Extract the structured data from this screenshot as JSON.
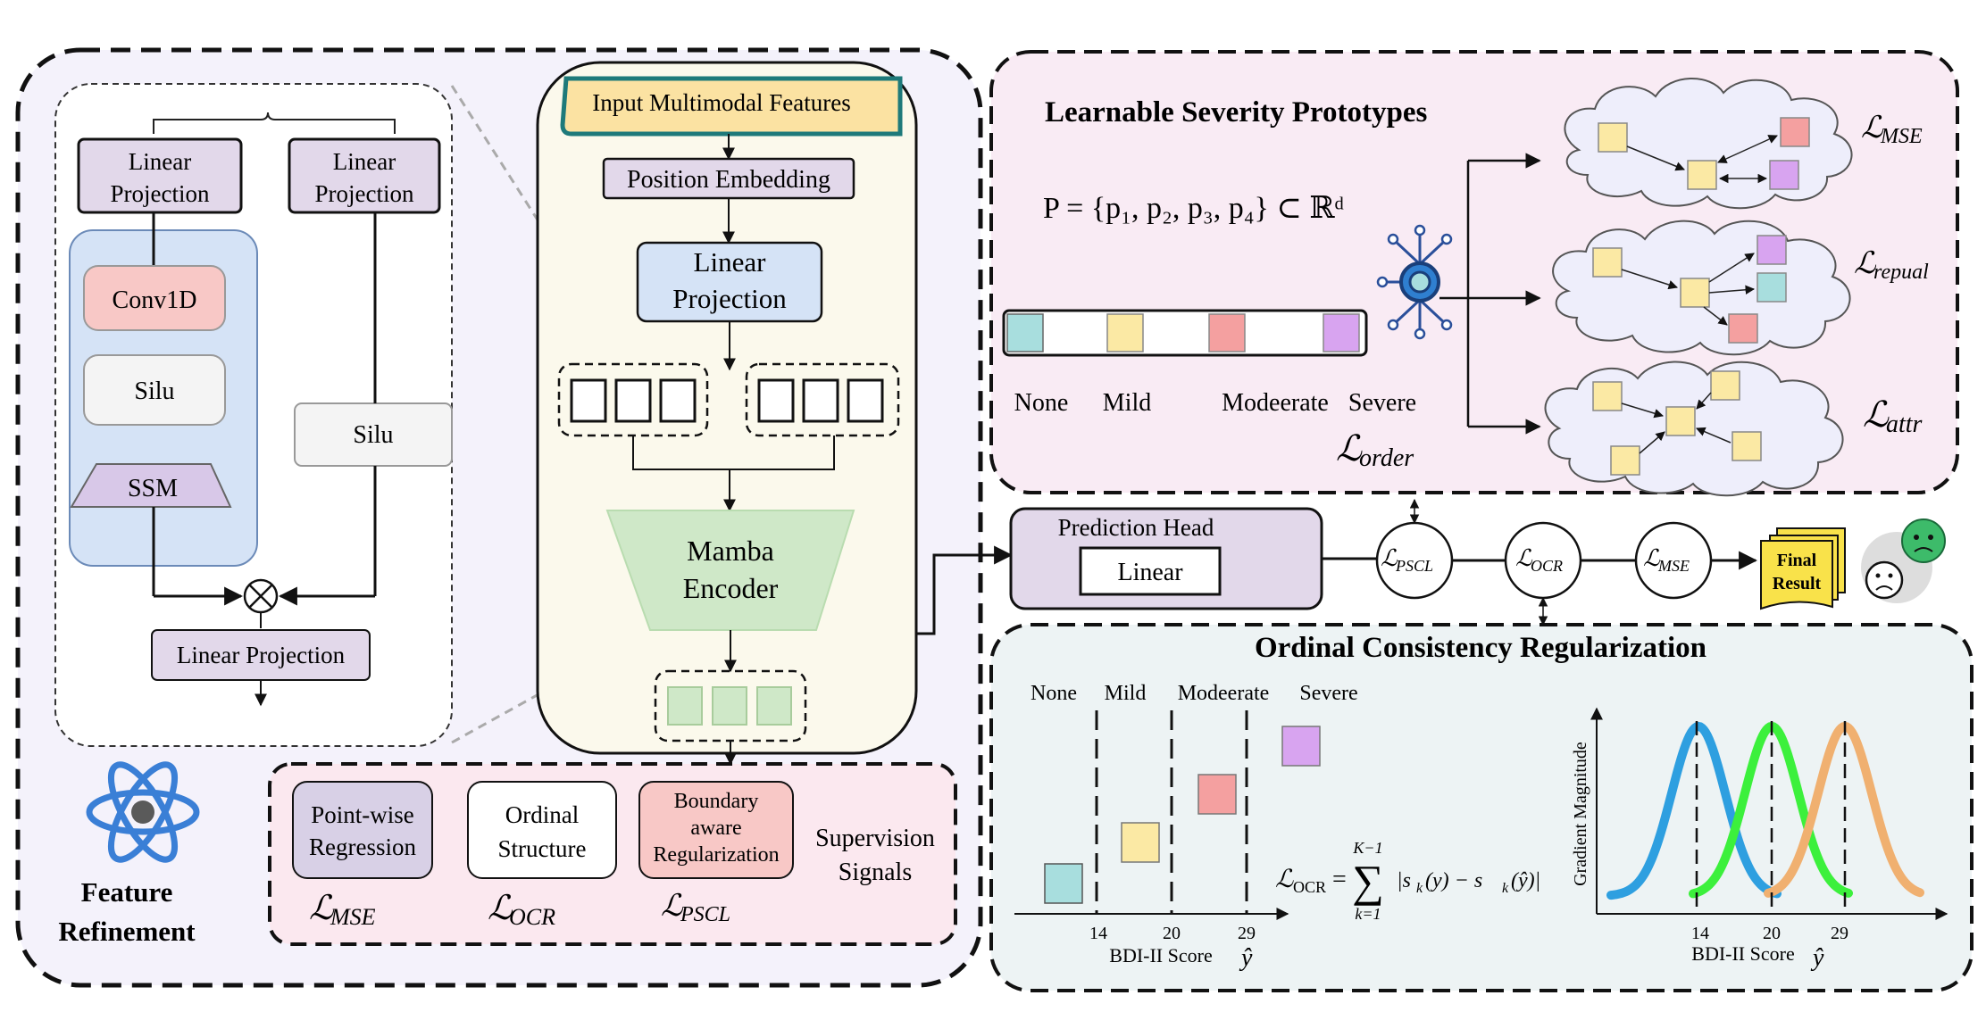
{
  "feature_refinement": {
    "title_line1": "Feature",
    "title_line2": "Refinement",
    "linproj_left_1": "Linear",
    "linproj_left_2": "Projection",
    "linproj_right_1": "Linear",
    "linproj_right_2": "Projection",
    "conv1d": "Conv1D",
    "silu_left": "Silu",
    "ssm": "SSM",
    "silu_right": "Silu",
    "multiply_symbol": "⊗",
    "linproj_bottom": "Linear Projection"
  },
  "mamba_block": {
    "input": "Input Multimodal  Features",
    "position_embedding": "Position Embedding",
    "linproj_1": "Linear",
    "linproj_2": "Projection",
    "encoder_1": "Mamba",
    "encoder_2": "Encoder"
  },
  "supervision": {
    "pointwise_1": "Point-wise",
    "pointwise_2": "Regression",
    "ordinal_1": "Ordinal",
    "ordinal_2": "Structure",
    "boundary_1": "Boundary",
    "boundary_2": "aware",
    "boundary_3": "Regularization",
    "signals_1": "Supervision",
    "signals_2": "Signals",
    "loss_mse_base": "ℒ",
    "loss_mse_sub": "MSE",
    "loss_ocr_base": "ℒ",
    "loss_ocr_sub": "OCR",
    "loss_pscl_base": "ℒ",
    "loss_pscl_sub": "PSCL"
  },
  "prototypes": {
    "title": "Learnable  Severity Prototypes",
    "formula": "P = {p₁, p₂, p₃, p₄} ⊂ ℝᵈ",
    "labels": [
      "None",
      "Mild",
      "Modeerate",
      "Severe"
    ],
    "order_base": "ℒ",
    "order_sub": "order",
    "loss_mse_base": "ℒ",
    "loss_mse_sub": "MSE",
    "loss_repual_base": "ℒ",
    "loss_repual_sub": "repual",
    "loss_attr_base": "ℒ",
    "loss_attr_sub": "attr"
  },
  "prediction": {
    "head": "Prediction Head",
    "linear": "Linear",
    "node_pscl_base": "ℒ",
    "node_pscl_sub": "PSCL",
    "node_ocr_base": "ℒ",
    "node_ocr_sub": "OCR",
    "node_mse_base": "ℒ",
    "node_mse_sub": "MSE",
    "final_1": "Final",
    "final_2": "Result"
  },
  "ordinal_reg": {
    "title": "Ordinal Consistency Regularization",
    "labels": [
      "None",
      "Mild",
      "Modeerate",
      "Severe"
    ],
    "ticks": [
      "14",
      "20",
      "29"
    ],
    "xlabel": "BDI-II Score",
    "yhat": "ŷ",
    "formula_lhs": "ℒ",
    "formula_lhs_sub": "OCR",
    "formula_eq": "=",
    "formula_sum": "∑",
    "formula_top": "K−1",
    "formula_bottom": "k=1",
    "formula_body": "|s",
    "formula_body_sub1": "k",
    "formula_body_mid": "(y) − s",
    "formula_body_sub2": "k",
    "formula_body_end": "(ŷ)|",
    "grad_ylabel": "Gradient Magnitude",
    "grad_ticks": [
      "14",
      "20",
      "29"
    ],
    "grad_xlabel": "BDI-II Score"
  },
  "colors": {
    "cyan": "#a8dede",
    "yellow": "#fbe9a4",
    "red": "#f4a0a0",
    "purple": "#d8a4f0",
    "curve_blue": "#2e9fe0",
    "curve_green": "#3cf03c",
    "curve_orange": "#f0b070"
  }
}
